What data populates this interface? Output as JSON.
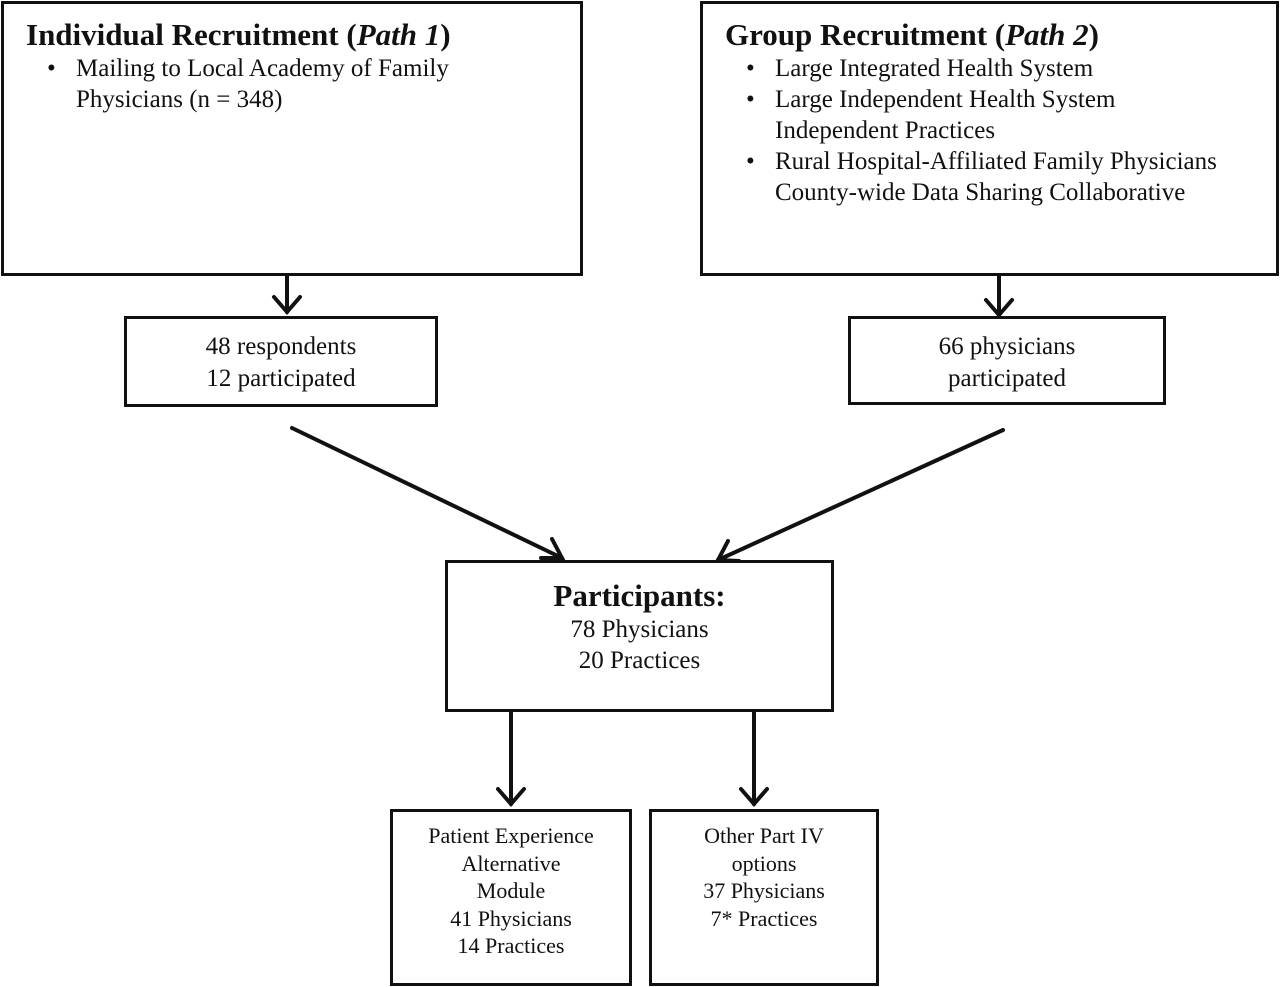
{
  "path1": {
    "title_main": "Individual Recruitment (",
    "title_italic": "Path 1",
    "title_close": ")",
    "bullets": [
      {
        "lines": [
          "Mailing to Local Academy of Family",
          "Physicians (n = 348)"
        ]
      }
    ],
    "result_lines": [
      "48 respondents",
      "12 participated"
    ]
  },
  "path2": {
    "title_main": "Group Recruitment (",
    "title_italic": "Path 2",
    "title_close": ")",
    "bullets": [
      {
        "lines": [
          "Large Integrated Health System"
        ]
      },
      {
        "lines": [
          "Large Independent Health System",
          "Independent Practices"
        ]
      },
      {
        "lines": [
          "Rural Hospital-Affiliated Family Physicians",
          "County-wide Data Sharing Collaborative"
        ]
      }
    ],
    "result_lines": [
      "66 physicians",
      "participated"
    ]
  },
  "participants": {
    "title": "Participants:",
    "lines": [
      "78 Physicians",
      "20 Practices"
    ]
  },
  "outcomes": {
    "left_lines": [
      "Patient Experience",
      "Alternative",
      "Module",
      "41 Physicians",
      "14 Practices"
    ],
    "right_lines": [
      "Other Part IV",
      "options",
      "37 Physicians",
      "7* Practices"
    ]
  },
  "bullet_glyph": "•"
}
